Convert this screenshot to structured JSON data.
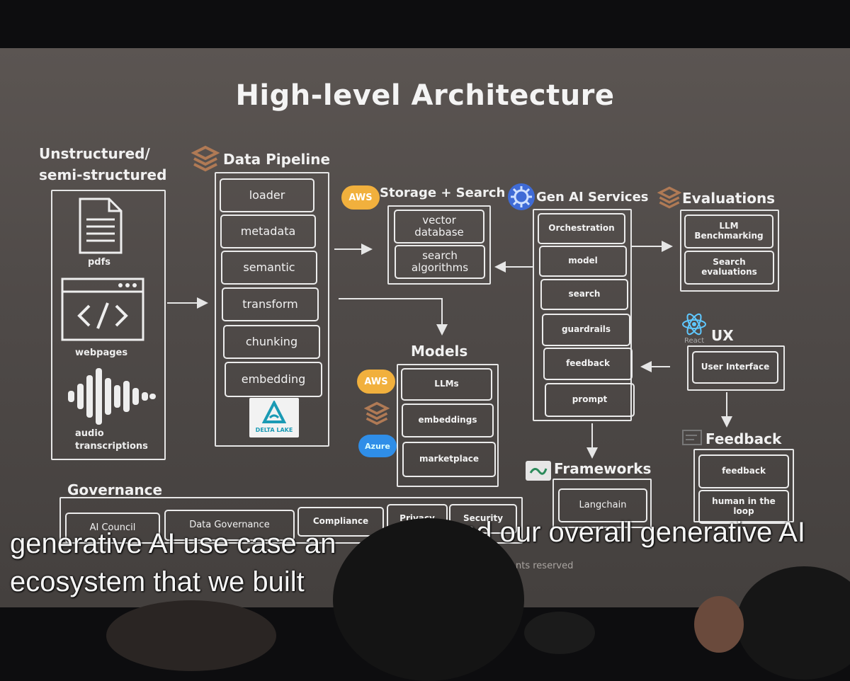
{
  "title": "High-level Architecture",
  "sources": {
    "heading": "Unstructured/\nsemi-structured",
    "items": [
      "pdfs",
      "webpages",
      "audio\ntranscriptions"
    ]
  },
  "pipeline": {
    "heading": "Data Pipeline",
    "steps": [
      "loader",
      "metadata",
      "semantic",
      "transform",
      "chunking",
      "embedding"
    ],
    "logo_text": "DELTA LAKE"
  },
  "storage": {
    "heading": "Storage + Search",
    "items": [
      "vector\ndatabase",
      "search\nalgorithms"
    ],
    "badge": "AWS"
  },
  "genai": {
    "heading": "Gen AI Services",
    "items": [
      "Orchestration",
      "model",
      "search",
      "guardrails",
      "feedback",
      "prompt"
    ]
  },
  "evaluations": {
    "heading": "Evaluations",
    "items": [
      "LLM\nBenchmarking",
      "Search\nevaluations"
    ]
  },
  "models": {
    "heading": "Models",
    "items": [
      "LLMs",
      "embeddings",
      "marketplace"
    ],
    "badges": [
      "AWS",
      "Azure"
    ]
  },
  "ux": {
    "heading": "UX",
    "react_label": "React",
    "items": [
      "User Interface"
    ]
  },
  "feedback_panel": {
    "heading": "Feedback",
    "items": [
      "feedback",
      "human in the\nloop"
    ]
  },
  "frameworks": {
    "heading": "Frameworks",
    "items": [
      "Langchain"
    ]
  },
  "governance": {
    "heading": "Governance",
    "items": [
      "AI Council",
      "Data Governance",
      "Compliance",
      "Privacy",
      "Security"
    ]
  },
  "footer_text": "nts reserved",
  "captions": [
    "generative AI use case an",
    "nd our overall generative AI",
    "ecosystem that we built"
  ]
}
